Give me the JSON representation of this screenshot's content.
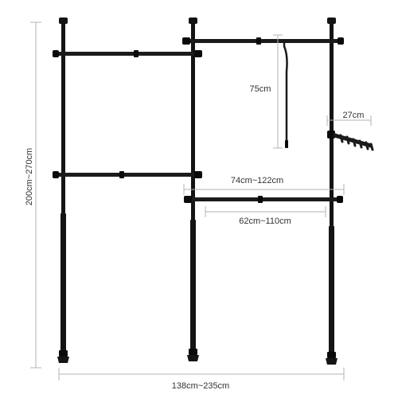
{
  "product": {
    "image_alt": "Telescopic two-section clothes rack with hanging rails and hook bar",
    "color": "#151515",
    "dimension_line_color": "#b3b3b3",
    "label_color": "#333333"
  },
  "dimensions": {
    "total_height": "200cm~270cm",
    "total_width": "138cm~235cm",
    "top_rail_drop": "75cm",
    "hook_bar_length": "27cm",
    "rail_outer_width": "74cm~122cm",
    "rail_inner_width": "62cm~110cm"
  },
  "icons": {
    "hook_bar": "hook-bar-icon"
  }
}
